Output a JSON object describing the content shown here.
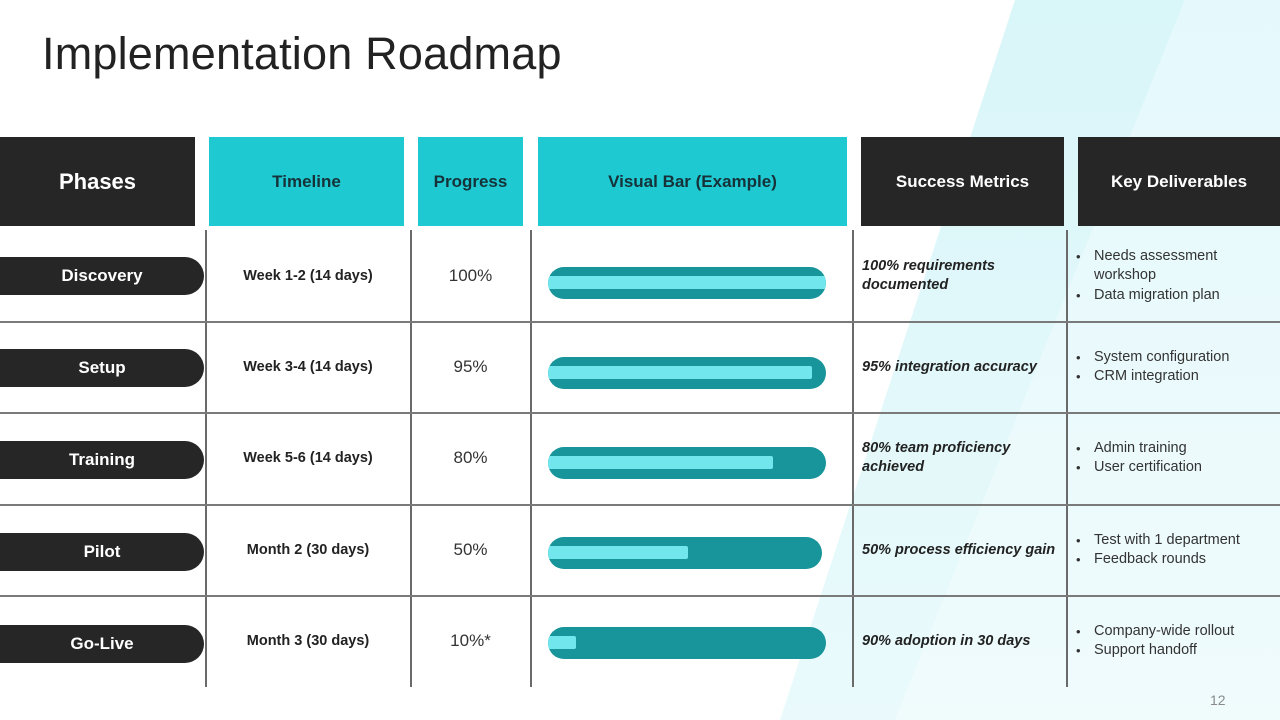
{
  "slide": {
    "title": "Implementation Roadmap",
    "page_number": "12",
    "colors": {
      "dark": "#262626",
      "teal_header": "#1ec9d2",
      "bar_track": "#17959a",
      "bar_fill": "#72e6ed"
    }
  },
  "table": {
    "headers": {
      "phases": "Phases",
      "timeline": "Timeline",
      "progress": "Progress",
      "visual_bar": "Visual Bar (Example)",
      "success_metrics": "Success Metrics",
      "key_deliverables": "Key Deliverables"
    },
    "rows": [
      {
        "phase": "Discovery",
        "timeline": "Week 1-2 (14 days)",
        "progress": "100%",
        "progress_value": 100,
        "success_metric": "100% requirements documented",
        "deliverables": [
          "Needs assessment workshop",
          "Data migration plan"
        ]
      },
      {
        "phase": "Setup",
        "timeline": "Week 3-4 (14 days)",
        "progress": "95%",
        "progress_value": 95,
        "success_metric": "95% integration accuracy",
        "deliverables": [
          "System configuration",
          "CRM integration"
        ]
      },
      {
        "phase": "Training",
        "timeline": "Week 5-6 (14 days)",
        "progress": "80%",
        "progress_value": 80,
        "success_metric": "80% team proficiency achieved",
        "deliverables": [
          "Admin training",
          "User certification"
        ]
      },
      {
        "phase": "Pilot",
        "timeline": "Month 2 (30 days)",
        "progress": "50%",
        "progress_value": 50,
        "success_metric": "50% process efficiency gain",
        "deliverables": [
          "Test with 1 department",
          "Feedback rounds"
        ]
      },
      {
        "phase": "Go-Live",
        "timeline": "Month 3 (30 days)",
        "progress": "10%*",
        "progress_value": 10,
        "success_metric": "90% adoption in 30 days",
        "deliverables": [
          "Company-wide rollout",
          "Support handoff"
        ]
      }
    ]
  }
}
